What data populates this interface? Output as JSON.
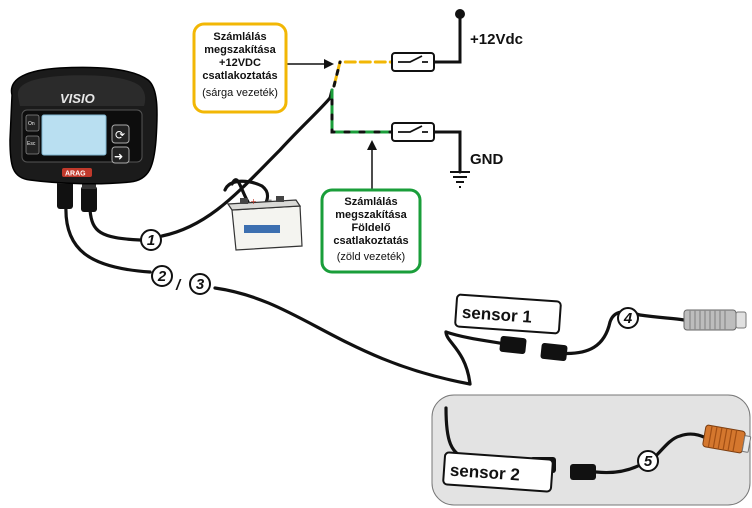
{
  "callouts": {
    "yellow": {
      "line1": "Számlálás",
      "line2": "megszakítása",
      "line3": "+12VDC",
      "line4": "csatlakoztatás",
      "sub": "(sárga vezeték)",
      "color": "#f2b705"
    },
    "green": {
      "line1": "Számlálás",
      "line2": "megszakítása",
      "line3": "Földelő",
      "line4": "csatlakoztatás",
      "sub": "(zöld vezeték)",
      "color": "#1a9e3a"
    }
  },
  "power": {
    "positive": "+12Vdc",
    "ground": "GND"
  },
  "device": {
    "brand": "VISIO",
    "logo": "ARAG",
    "button_on": "On",
    "button_esc": "Esc"
  },
  "connections": {
    "n1": "1",
    "n2": "2",
    "separator": "/",
    "n3": "3",
    "n4": "4",
    "n5": "5"
  },
  "sensors": {
    "sensor1": "sensor 1",
    "sensor2": "sensor 2"
  }
}
